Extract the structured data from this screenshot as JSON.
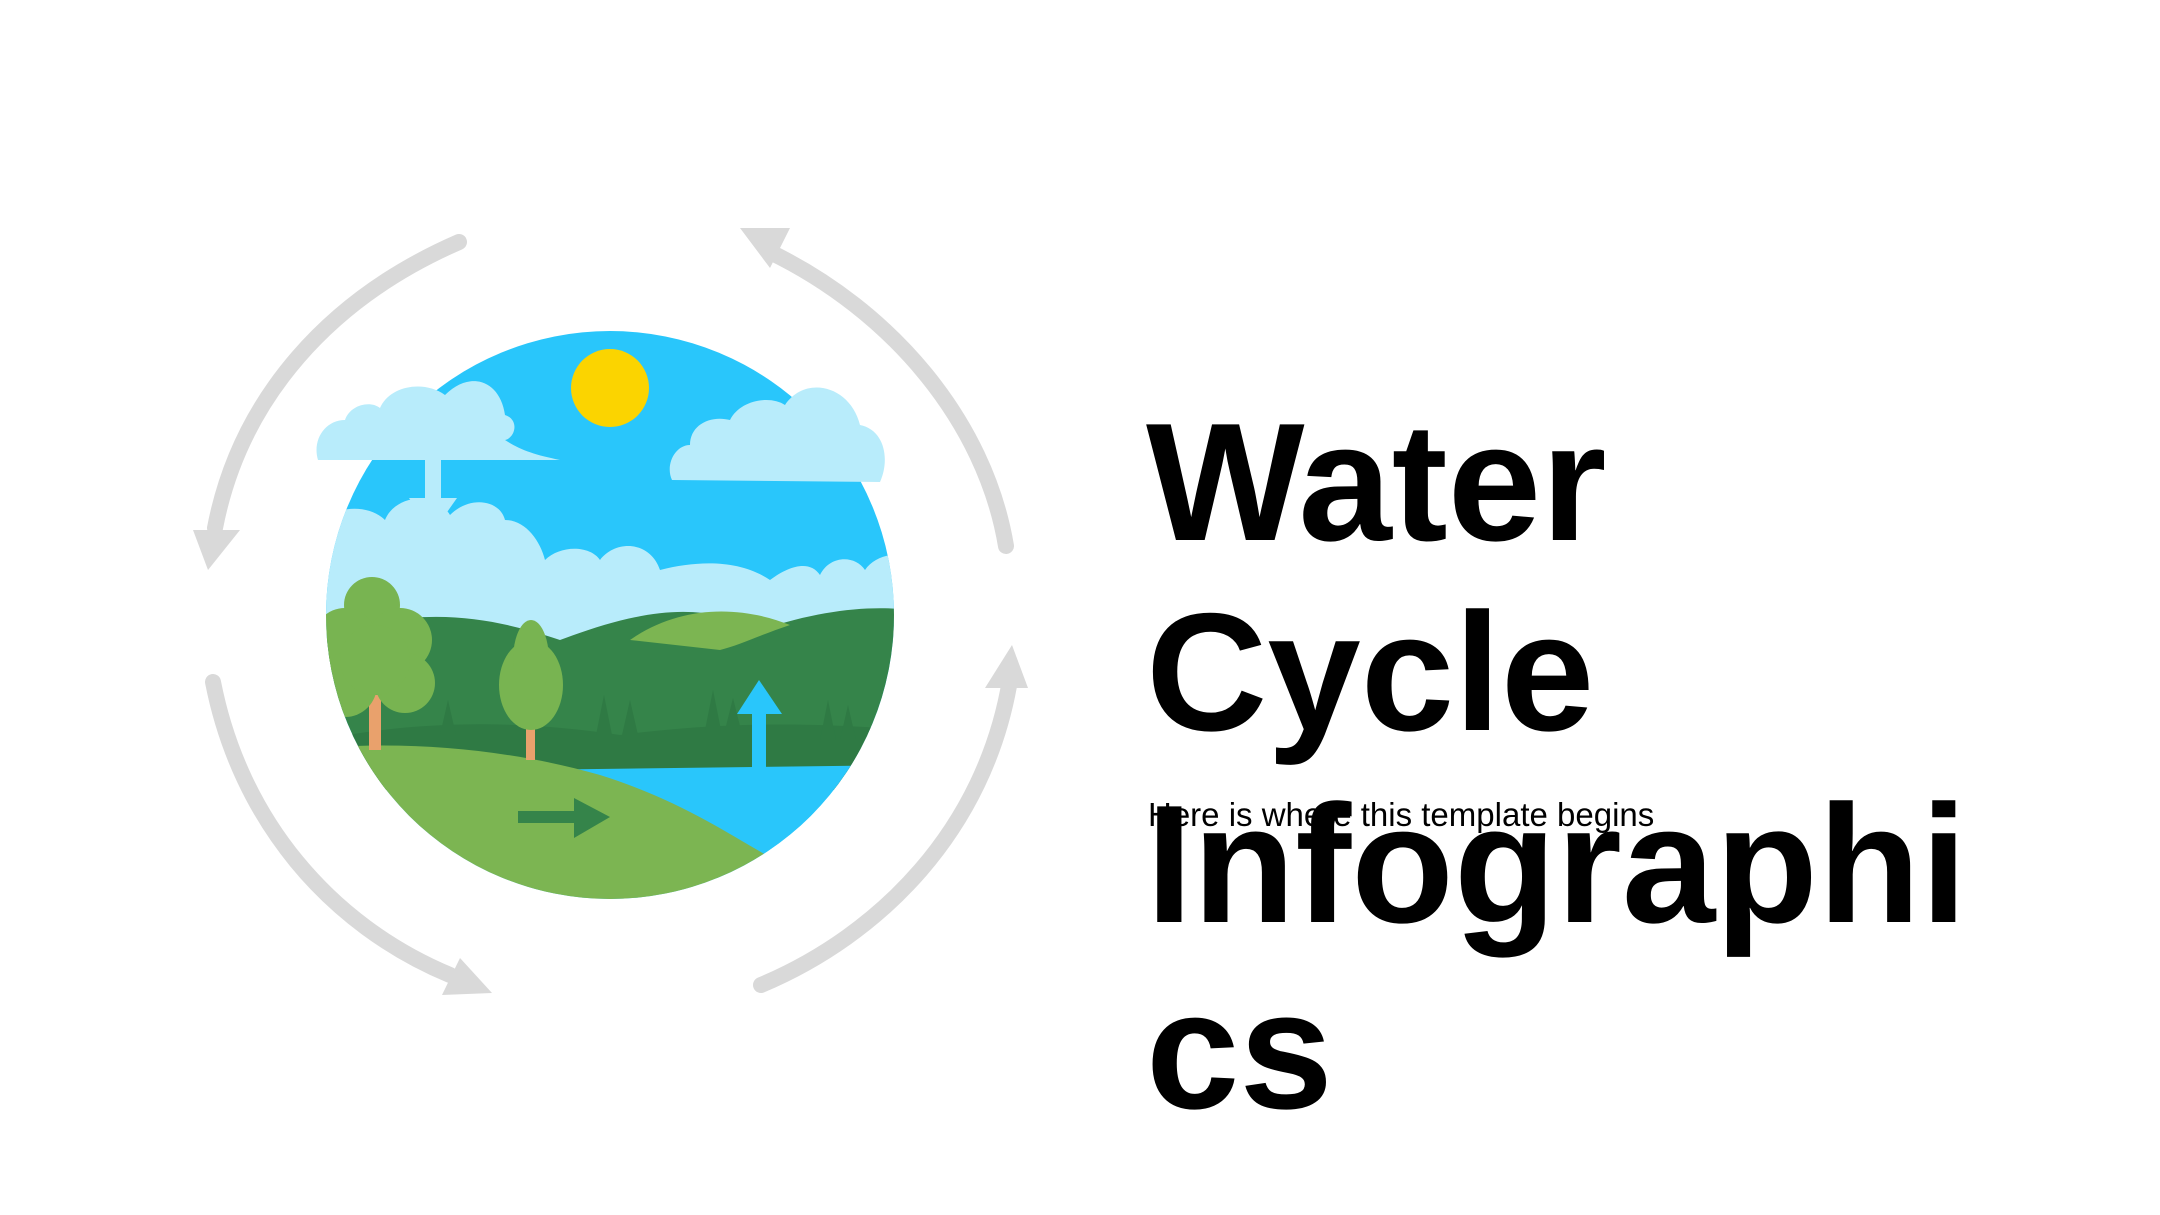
{
  "slide": {
    "title_lines": [
      "Water",
      "Cycle",
      "Infographi",
      "cs"
    ],
    "subtitle": "Here is where this template begins"
  },
  "colors": {
    "background": "#ffffff",
    "cycle_arrows": "#d9d9d9",
    "sky": "#29c6fb",
    "cloud": "#b8ecfb",
    "sun": "#fbd400",
    "hill_dark": "#35844a",
    "hill_light": "#7cb552",
    "tree": "#78b451",
    "trunk": "#e9a16c",
    "water": "#29c6fb",
    "arrow_up": "#29c6fb",
    "arrow_right": "#35844a",
    "text": "#000000"
  },
  "icons": [
    "circular-cycle-arrows",
    "sun-icon",
    "cloud-icon",
    "rain-arrow-icon",
    "evaporation-arrow-icon",
    "runoff-arrow-icon",
    "tree-icon"
  ]
}
